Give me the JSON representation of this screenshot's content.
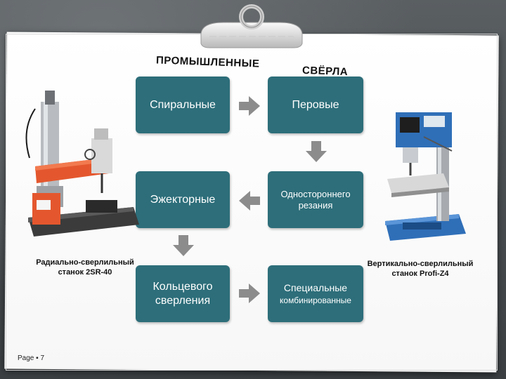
{
  "title": {
    "part1": "ПРОМЫШЛЕННЫЕ",
    "part2": "СВЁРЛА"
  },
  "boxes": {
    "spiral": "Спиральные",
    "feather": "Перовые",
    "ejector": "Эжекторные",
    "onesided_l1": "Одностороннего",
    "onesided_l2": "резания",
    "ring_l1": "Кольцевого",
    "ring_l2": "сверления",
    "special_l1": "Специальные",
    "special_l2": "комбинированные"
  },
  "captions": {
    "radial_l1": "Радиально-сверлильный",
    "radial_l2": "станок 2SR-40",
    "vertical_l1": "Вертикально-сверлильный",
    "vertical_l2": "станок Profi-Z4"
  },
  "page": "Page ▪ 7",
  "colors": {
    "box": "#2d6e7a",
    "arrow": "#8c8c8c",
    "machine_orange": "#e4572e",
    "machine_blue": "#2f6fb8"
  }
}
